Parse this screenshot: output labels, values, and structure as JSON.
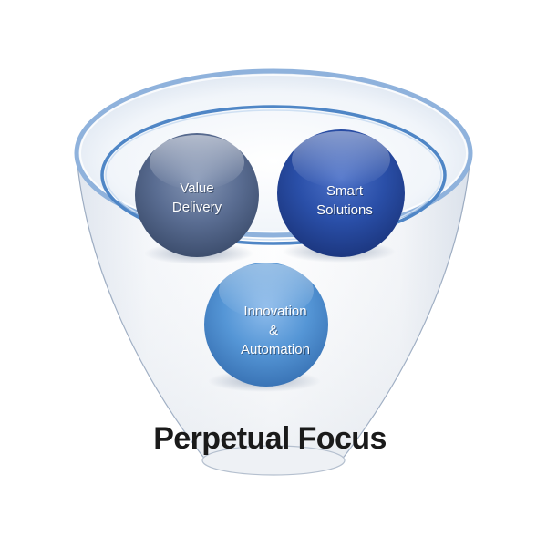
{
  "diagram": {
    "title": "Perpetual Focus",
    "spheres": {
      "value_delivery": {
        "line1": "Value",
        "line2": "Delivery"
      },
      "smart_solutions": {
        "line1": "Smart",
        "line2": "Solutions"
      },
      "innovation_automation": {
        "line1": "Innovation",
        "line2": "&",
        "line3": "Automation"
      }
    }
  },
  "colors": {
    "value_delivery": "#55688c",
    "smart_solutions": "#2549a4",
    "innovation_automation": "#4b8fd3",
    "funnel_rim": "#4f86c6"
  }
}
